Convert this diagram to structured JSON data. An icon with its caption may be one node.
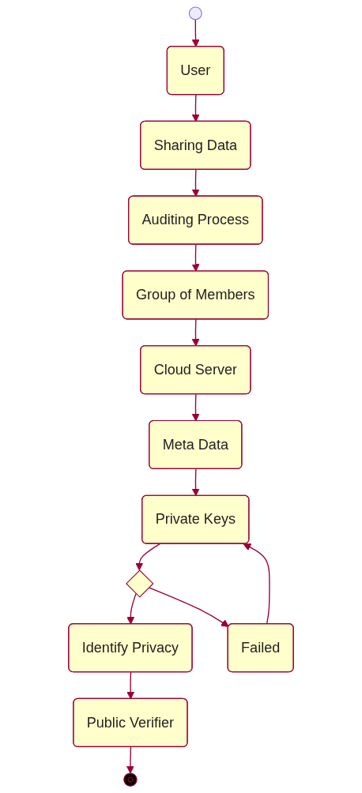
{
  "diagram": {
    "nodes": [
      {
        "text": [],
        "shape": "circle"
      },
      {
        "text": [
          "User"
        ]
      },
      {
        "text": [
          "Sharing Data"
        ]
      },
      {
        "text": [
          "Auditing Process"
        ]
      },
      {
        "text": [
          "Group of Members"
        ]
      },
      {
        "text": [
          "Cloud Server"
        ]
      },
      {
        "text": [
          "Meta Data"
        ]
      },
      {
        "text": [
          "Private Keys"
        ]
      },
      {
        "text": [],
        "shape": "diamond"
      },
      {
        "text": [
          "Identify Privacy"
        ]
      },
      {
        "text": [
          "Failed"
        ]
      },
      {
        "text": [
          "Public Verifier"
        ]
      },
      {
        "text": [],
        "shape": "bullseye"
      }
    ],
    "edges": [
      {
        "from": 0,
        "to": 1,
        "arrow": "to"
      },
      {
        "from": 1,
        "to": 2,
        "arrow": "to"
      },
      {
        "from": 2,
        "to": 3,
        "arrow": "to"
      },
      {
        "from": 3,
        "to": 4,
        "arrow": "to"
      },
      {
        "from": 4,
        "to": 5,
        "arrow": "to"
      },
      {
        "from": 5,
        "to": 6,
        "arrow": "to"
      },
      {
        "from": 6,
        "to": 7,
        "arrow": "to"
      },
      {
        "from": 7,
        "to": 8,
        "arrow": "to"
      },
      {
        "from": 8,
        "to": 9,
        "arrow": "to"
      },
      {
        "from": 8,
        "to": 10,
        "arrow": "to"
      },
      {
        "from": 10,
        "to": 7,
        "arrow": "to"
      },
      {
        "from": 9,
        "to": 11,
        "arrow": "to"
      },
      {
        "from": 11,
        "to": 12,
        "arrow": "to"
      }
    ]
  }
}
